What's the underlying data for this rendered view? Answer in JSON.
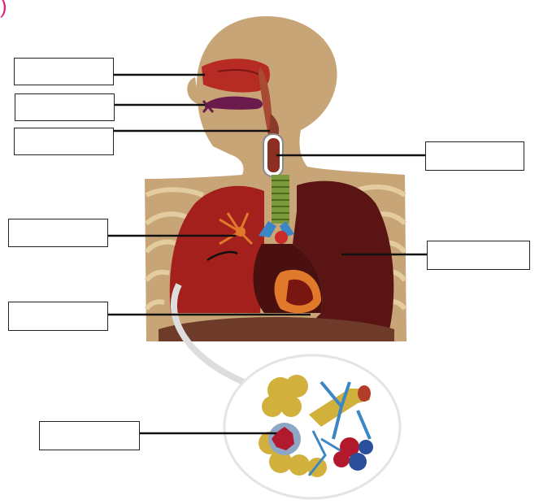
{
  "corner_mark": ")",
  "colors": {
    "body_silhouette": "#c8a577",
    "lung_red": "#a3201d",
    "lung_dark": "#5a1414",
    "trachea_green": "#7b9a3c",
    "bronchi_blue": "#3b86c4",
    "alveoli_yellow": "#d2b03c",
    "capillary_red": "#b3192c",
    "capillary_blue": "#2a4f9c",
    "line": "#111111"
  },
  "labels": [
    {
      "id": "nasal-cavity",
      "text": ""
    },
    {
      "id": "mouth",
      "text": ""
    },
    {
      "id": "pharynx",
      "text": ""
    },
    {
      "id": "larynx",
      "text": ""
    },
    {
      "id": "bronchus",
      "text": ""
    },
    {
      "id": "lung",
      "text": ""
    },
    {
      "id": "diaphragm",
      "text": ""
    },
    {
      "id": "alveoli",
      "text": ""
    }
  ]
}
